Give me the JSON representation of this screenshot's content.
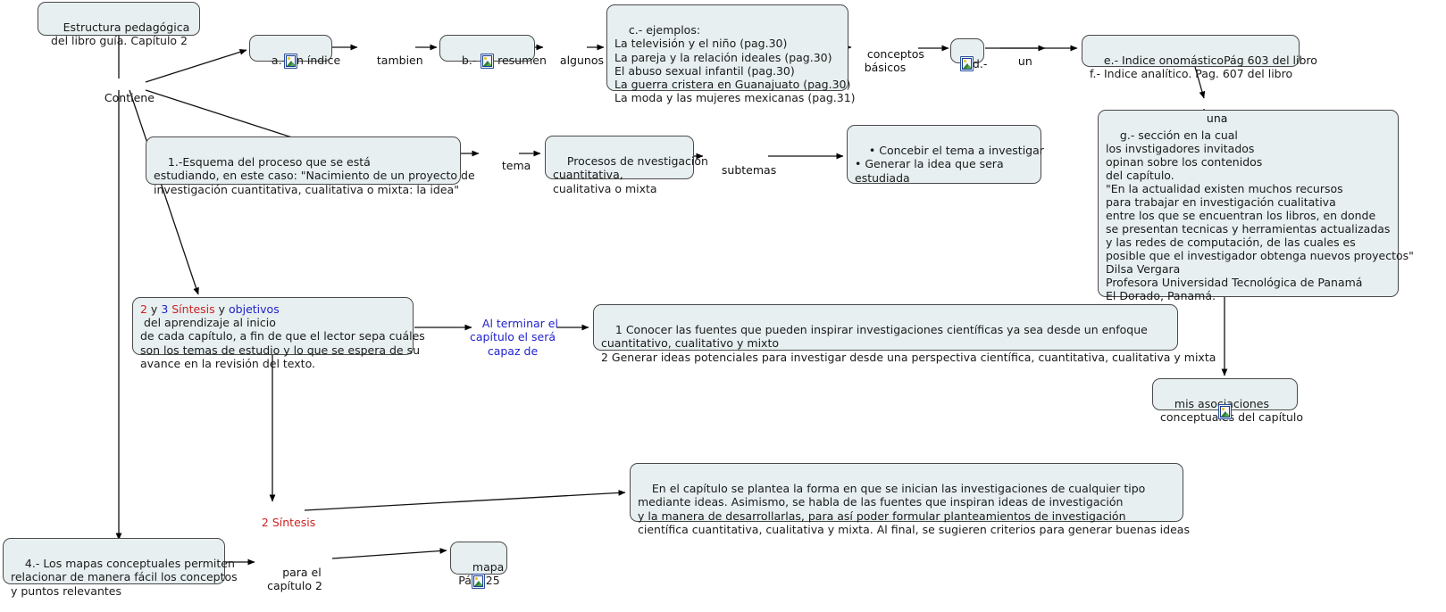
{
  "map": {
    "title": "Estructura pedagógica del libro guía. Capítulo 2",
    "background": "#ffffff",
    "node_fill": "#e7eff0",
    "node_border": "#4a4a4a",
    "accent_red": "#cc2222",
    "accent_blue": "#2222cc"
  },
  "nodes": {
    "root": "Estructura pedagógica\ndel libro guía. Capítulo 2",
    "indice": "a.- un índice",
    "resumen": "b.- un resumen",
    "ejemplos": "c.- ejemplos:\nLa televisión y el niño (pag.30)\nLa pareja y la relación ideales (pag.30)\nEl abuso sexual infantil (pag.30)\nLa guerra cristera en Guanajuato (pag.30)\nLa moda y las mujeres mexicanas (pag.31)",
    "d_node": "d.-",
    "indices_ef": "e.- Indice onomásticoPág 603 del libro\nf.- Indice analítico. Pag. 607 del libro",
    "seccion_g": "g.- sección en la cual\nlos invstigadores invitados\nopinan sobre los contenidos\ndel capítulo.\n\"En la actualidad existen muchos recursos\npara trabajar en investigación cualitativa\nentre los que se encuentran los libros, en donde\nse presentan tecnicas y herramientas actualizadas\ny las redes de computación, de las cuales es\nposible que el investigador obtenga nuevos proyectos\"\nDilsa Vergara\nProfesora Universidad Tecnológica de Panamá\nEl Dorado, Panamá.",
    "esquema": "1.-Esquema del proceso que se está\nestudiando, en este caso: \"Nacimiento de un proyecto de\ninvestigación cuantitativa, cualitativa o mixta: la idea\"",
    "procesos": "Procesos de nvestigación\ncuantitativa,\ncualitativa o mixta",
    "concebir": "• Concebir el tema a investigar\n• Generar la idea que sera\nestudiada",
    "sintesis_objetivos_rest": " del aprendizaje al inicio\nde cada capítulo, a fin de que el lector sepa cuáles\nson los temas de estudio y lo que se espera de su\navance en la revisión del texto.",
    "sintesis_prefix": {
      "p1": "2",
      "p2": " y ",
      "p3": "3",
      "p4": "  ",
      "p5": "Síntesis",
      "p6": " y ",
      "p7": "objetivos"
    },
    "conocer": "1 Conocer las fuentes que pueden inspirar investigaciones científicas ya sea desde un enfoque\ncuantitativo, cualitativo y mixto\n2 Generar ideas potenciales para investigar desde una perspectiva científica, cuantitativa, cualitativa y mixta",
    "mis_asociaciones": "mis asociaciones\nconceptuales del capítulo",
    "resumen_capitulo": "En el capítulo se plantea la forma en que se inician las investigaciones de cualquier tipo\nmediante ideas. Asimismo, se habla de las fuentes que inspiran ideas de investigación\ny la manera de desarrollarlas, para así poder formular planteamientos de investigación\ncientífica cuantitativa, cualitativa y mixta. Al final, se sugieren criterios para generar buenas ideas",
    "mapas_conceptuales": "4.- Los mapas conceptuales permiten\nrelacionar de manera fácil los conceptos\ny puntos relevantes",
    "mapa_pag": "mapa\nPág. 25"
  },
  "link_labels": {
    "contiene": "Contiene",
    "tambien": "tambien",
    "algunos": "algunos",
    "conceptos_basicos": "conceptos\nbásicos",
    "un": "un",
    "una": "una",
    "tema": "tema",
    "subtemas": "subtemas",
    "al_terminar": "Al terminar el\ncapítulo el será\ncapaz de",
    "dos_sintesis": "2 Síntesis",
    "para_el_capitulo": "para el\ncapítulo 2"
  },
  "icons": {
    "resource": "image-resource-icon"
  }
}
